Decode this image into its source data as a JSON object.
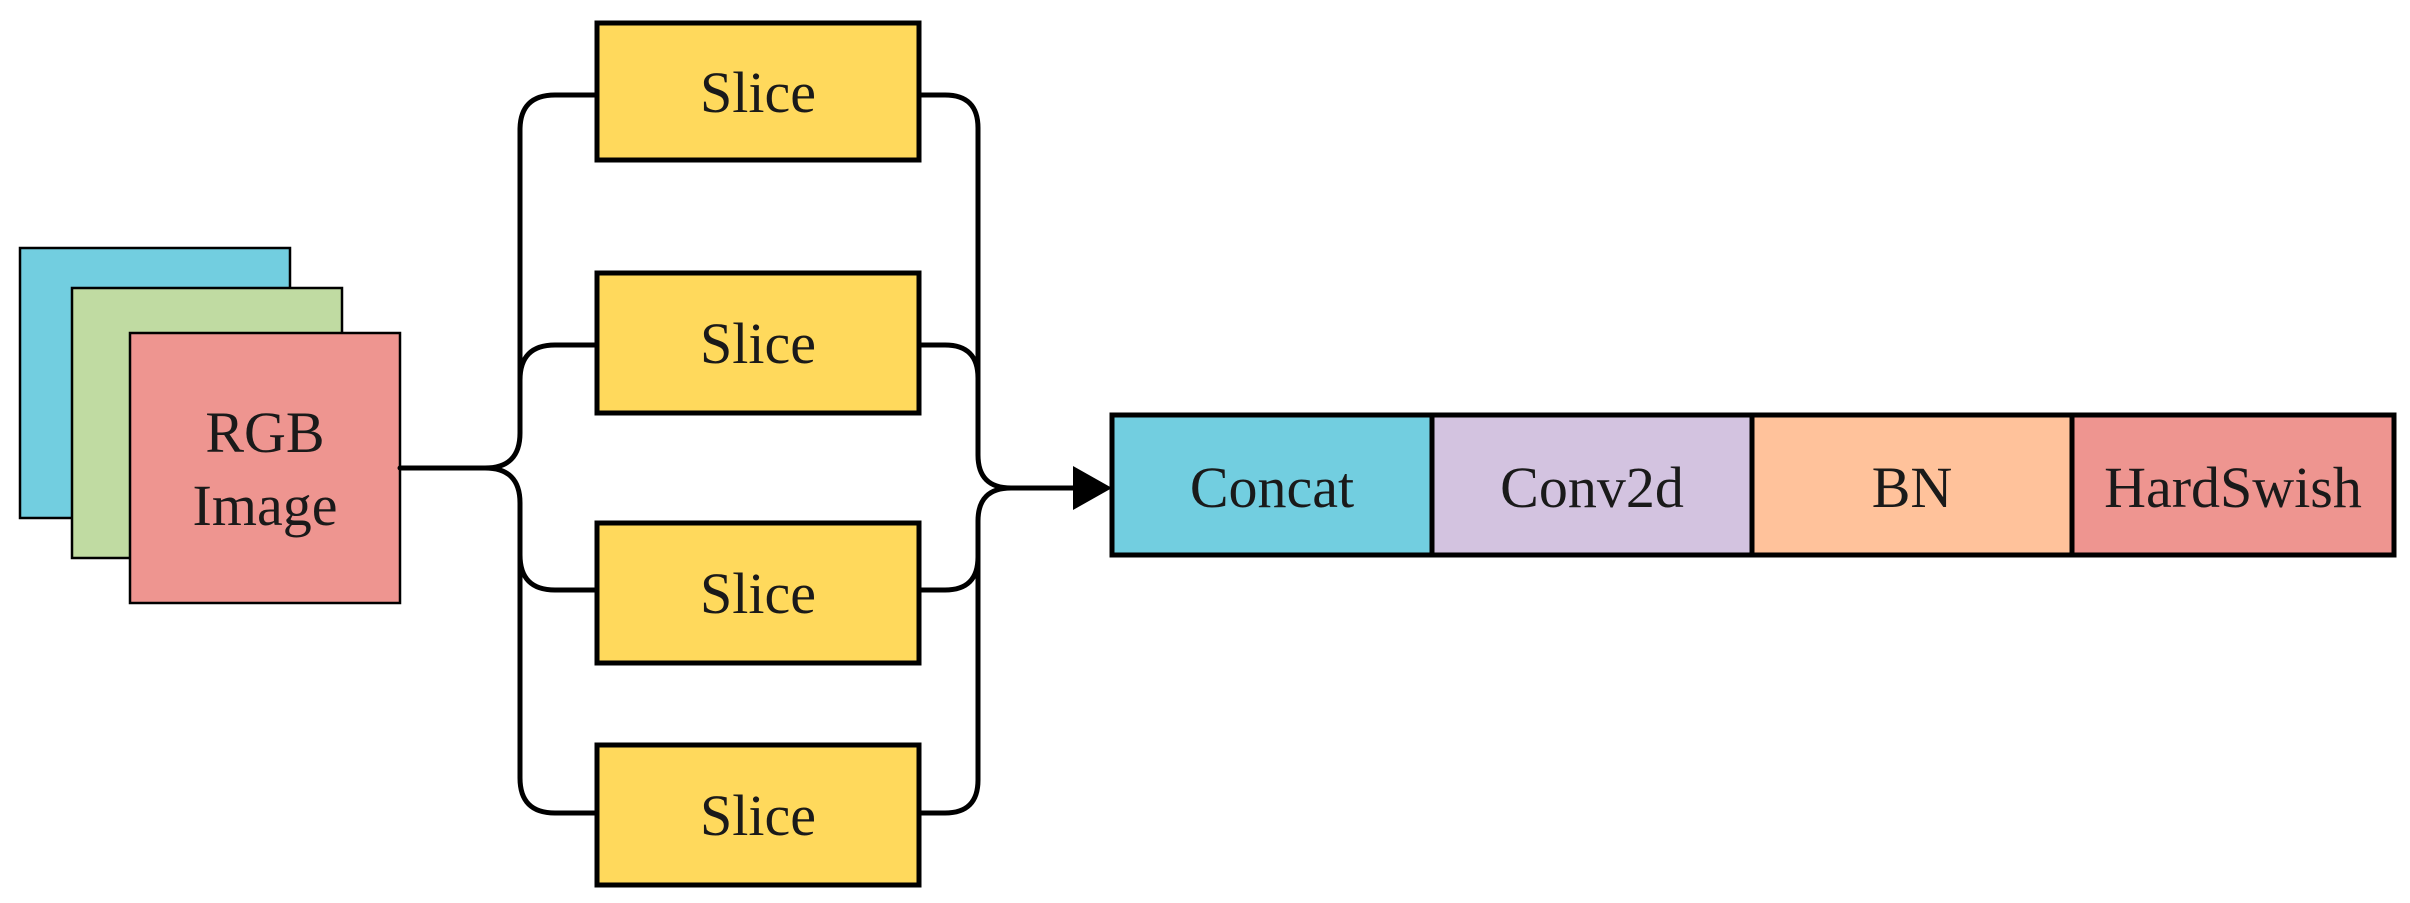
{
  "colors": {
    "layer_blue": "#72CEE0",
    "layer_green": "#C0DBA2",
    "layer_red": "#EE9590",
    "slice": "#FFD95C",
    "concat": "#72CEE0",
    "conv2d": "#D3C3E0",
    "bn": "#FFC29B",
    "hardswish": "#EE9590",
    "line": "#000000"
  },
  "input": {
    "label_line1": "RGB",
    "label_line2": "Image"
  },
  "slices": [
    {
      "label": "Slice"
    },
    {
      "label": "Slice"
    },
    {
      "label": "Slice"
    },
    {
      "label": "Slice"
    }
  ],
  "pipeline": [
    {
      "label": "Concat"
    },
    {
      "label": "Conv2d"
    },
    {
      "label": "BN"
    },
    {
      "label": "HardSwish"
    }
  ]
}
